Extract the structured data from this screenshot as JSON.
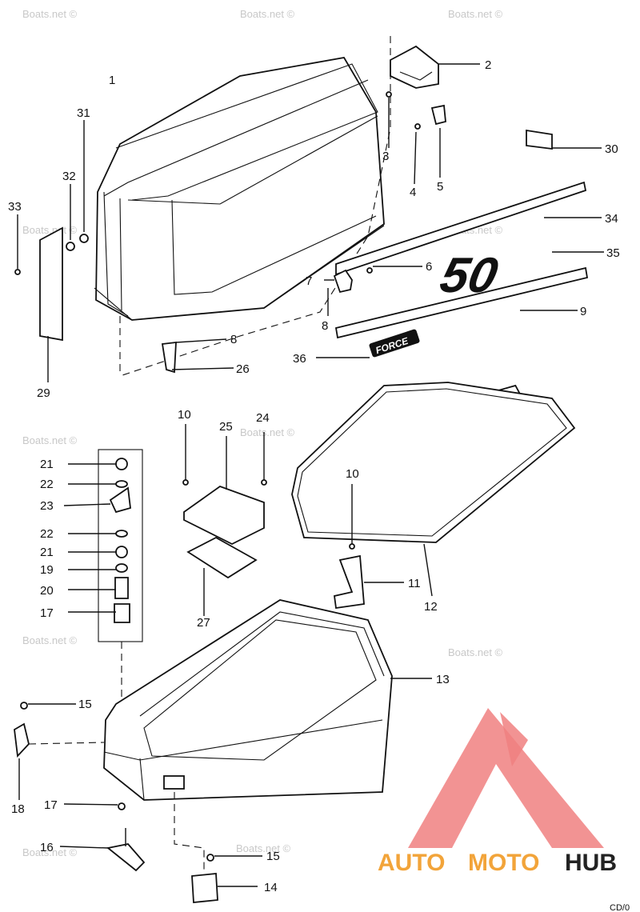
{
  "watermark": "Boats.net ©",
  "callouts": [
    "1",
    "2",
    "3",
    "4",
    "5",
    "6",
    "7",
    "8",
    "8",
    "9",
    "10",
    "10",
    "11",
    "12",
    "13",
    "14",
    "15",
    "15",
    "16",
    "17",
    "17",
    "18",
    "19",
    "20",
    "21",
    "21",
    "22",
    "22",
    "23",
    "24",
    "25",
    "26",
    "27",
    "29",
    "30",
    "31",
    "32",
    "33",
    "34",
    "35",
    "36"
  ],
  "decal_50": "50",
  "decal_force": "FORCE",
  "logo": {
    "part1": "AUTO",
    "part2": "MOTO",
    "part3": "HUB"
  },
  "corner_code": "CD/0",
  "colors": {
    "line": "#111111",
    "logo_triangle": "#f08080",
    "logo_orange": "#f2a43a"
  }
}
